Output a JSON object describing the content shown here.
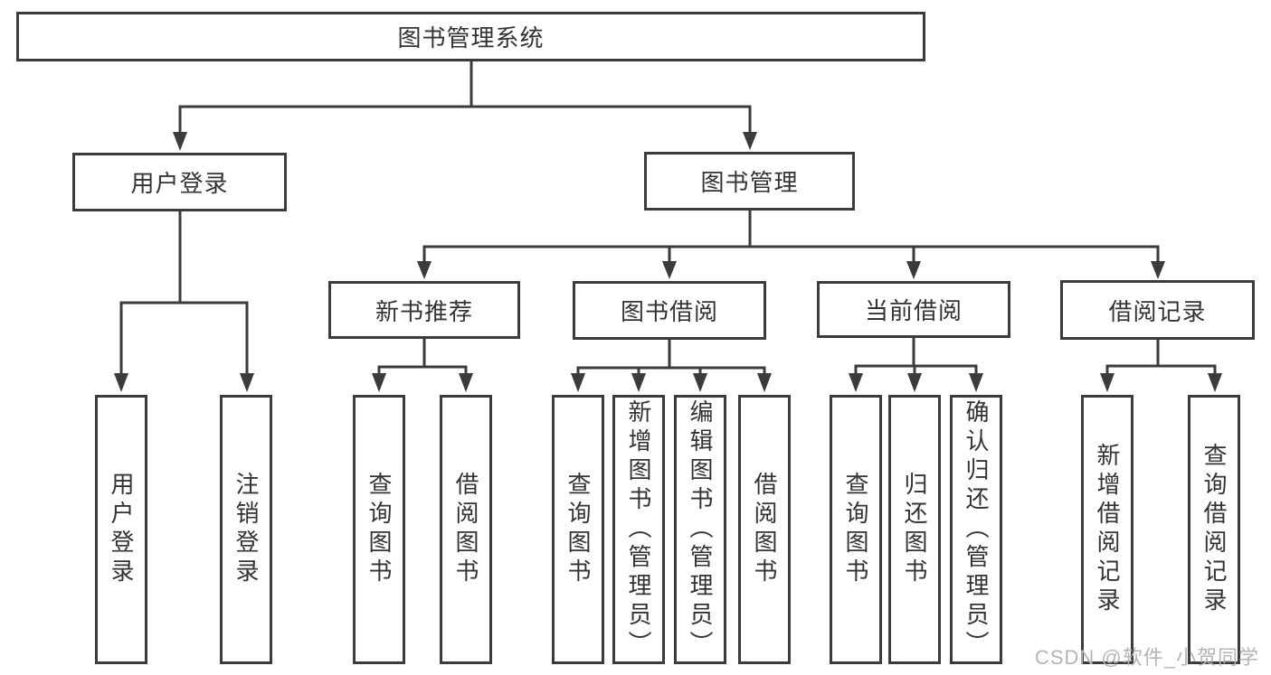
{
  "diagram": {
    "root": {
      "label": "图书管理系统"
    },
    "level2": [
      {
        "label": "用户登录",
        "parent": "图书管理系统"
      },
      {
        "label": "图书管理",
        "parent": "图书管理系统"
      }
    ],
    "level3": [
      {
        "label": "新书推荐",
        "parent": "图书管理"
      },
      {
        "label": "图书借阅",
        "parent": "图书管理"
      },
      {
        "label": "当前借阅",
        "parent": "图书管理"
      },
      {
        "label": "借阅记录",
        "parent": "图书管理"
      }
    ],
    "leaves": [
      {
        "label": "用户登录",
        "parent": "用户登录"
      },
      {
        "label": "注销登录",
        "parent": "用户登录"
      },
      {
        "label": "查询图书",
        "parent": "新书推荐"
      },
      {
        "label": "借阅图书",
        "parent": "新书推荐"
      },
      {
        "label": "查询图书",
        "parent": "图书借阅"
      },
      {
        "label": "新增图书（管理员）",
        "parent": "图书借阅"
      },
      {
        "label": "编辑图书（管理员）",
        "parent": "图书借阅"
      },
      {
        "label": "借阅图书",
        "parent": "图书借阅"
      },
      {
        "label": "查询图书",
        "parent": "当前借阅"
      },
      {
        "label": "归还图书",
        "parent": "当前借阅"
      },
      {
        "label": "确认归还（管理员）",
        "parent": "当前借阅"
      },
      {
        "label": "新增借阅记录",
        "parent": "借阅记录"
      },
      {
        "label": "查询借阅记录",
        "parent": "借阅记录"
      }
    ]
  },
  "watermark": {
    "text": "CSDN @软件_小贺同学"
  },
  "colors": {
    "line": "#3b3b3b",
    "text": "#333333",
    "watermark": "#b9b3b3",
    "background": "#ffffff"
  }
}
